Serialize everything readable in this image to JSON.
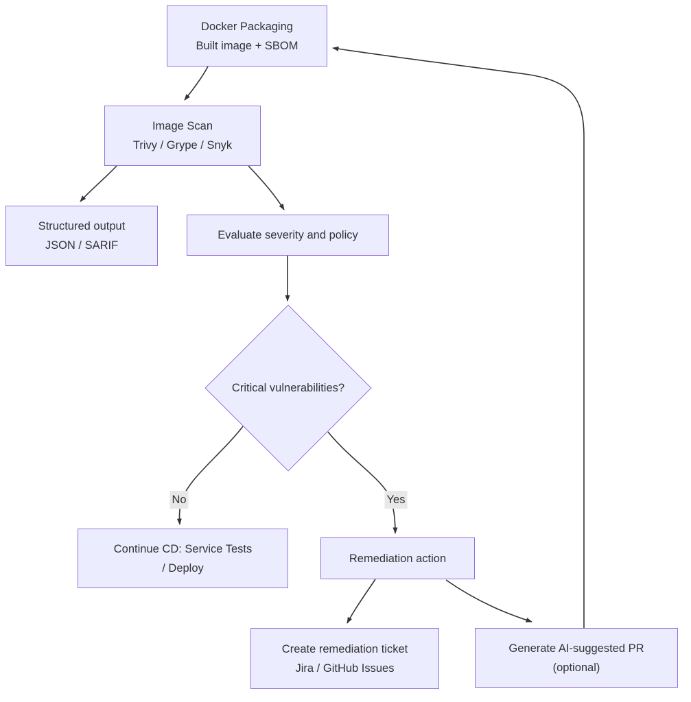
{
  "diagram": {
    "type": "flowchart",
    "direction": "top-down",
    "nodes": {
      "docker_packaging": {
        "shape": "rect",
        "line1": "Docker Packaging",
        "line2": "Built image + SBOM"
      },
      "image_scan": {
        "shape": "rect",
        "line1": "Image Scan",
        "line2": "Trivy / Grype / Snyk"
      },
      "structured_output": {
        "shape": "rect",
        "line1": "Structured output",
        "line2": "JSON / SARIF"
      },
      "evaluate_policy": {
        "shape": "rect",
        "line1": "Evaluate severity and policy"
      },
      "critical_vulns": {
        "shape": "diamond",
        "line1": "Critical vulnerabilities?"
      },
      "continue_cd": {
        "shape": "rect",
        "line1": "Continue CD: Service Tests",
        "line2": "/ Deploy"
      },
      "remediation_action": {
        "shape": "rect",
        "line1": "Remediation action"
      },
      "create_ticket": {
        "shape": "rect",
        "line1": "Create remediation ticket",
        "line2": "Jira / GitHub Issues"
      },
      "generate_pr": {
        "shape": "rect",
        "line1": "Generate AI-suggested PR",
        "line2": "(optional)"
      }
    },
    "edge_labels": {
      "no": "No",
      "yes": "Yes"
    },
    "edges": [
      {
        "from": "docker_packaging",
        "to": "image_scan",
        "label": ""
      },
      {
        "from": "image_scan",
        "to": "structured_output",
        "label": ""
      },
      {
        "from": "image_scan",
        "to": "evaluate_policy",
        "label": ""
      },
      {
        "from": "evaluate_policy",
        "to": "critical_vulns",
        "label": ""
      },
      {
        "from": "critical_vulns",
        "to": "continue_cd",
        "label": "No"
      },
      {
        "from": "critical_vulns",
        "to": "remediation_action",
        "label": "Yes"
      },
      {
        "from": "remediation_action",
        "to": "create_ticket",
        "label": ""
      },
      {
        "from": "remediation_action",
        "to": "generate_pr",
        "label": ""
      },
      {
        "from": "generate_pr",
        "to": "docker_packaging",
        "label": ""
      }
    ]
  },
  "colors": {
    "node-fill": "#ECECFF",
    "node-border": "#9370DB",
    "edge": "#333333",
    "text": "#333333",
    "label-bg": "#e8e8e8",
    "canvas-bg": "#ffffff"
  }
}
